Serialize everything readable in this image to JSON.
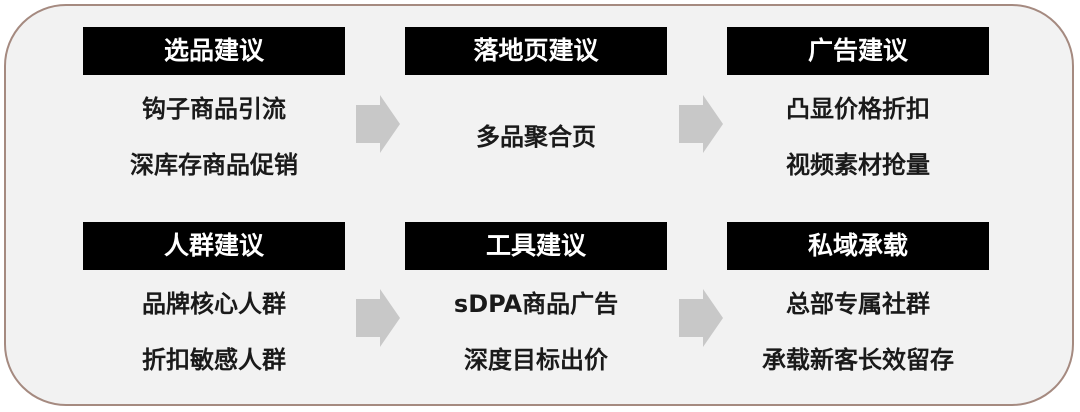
{
  "blocks": [
    {
      "title": "选品建议",
      "lines": [
        "钩子商品引流",
        "深库存商品促销"
      ]
    },
    {
      "title": "落地页建议",
      "lines": [
        "多品聚合页"
      ]
    },
    {
      "title": "广告建议",
      "lines": [
        "凸显价格折扣",
        "视频素材抢量"
      ]
    },
    {
      "title": "人群建议",
      "lines": [
        "品牌核心人群",
        "折扣敏感人群"
      ]
    },
    {
      "title": "工具建议",
      "lines": [
        "sDPA商品广告",
        "深度目标出价"
      ]
    },
    {
      "title": "私域承载",
      "lines": [
        "总部专属社群",
        "承载新客长效留存"
      ]
    }
  ],
  "colors": {
    "panel_background": "#f2f2f2",
    "panel_border": "#a58a80",
    "header_background": "#000000",
    "header_text": "#ffffff",
    "arrow": "#c8c8c8"
  },
  "icons": {
    "flow_arrow": "right-arrow-icon"
  }
}
